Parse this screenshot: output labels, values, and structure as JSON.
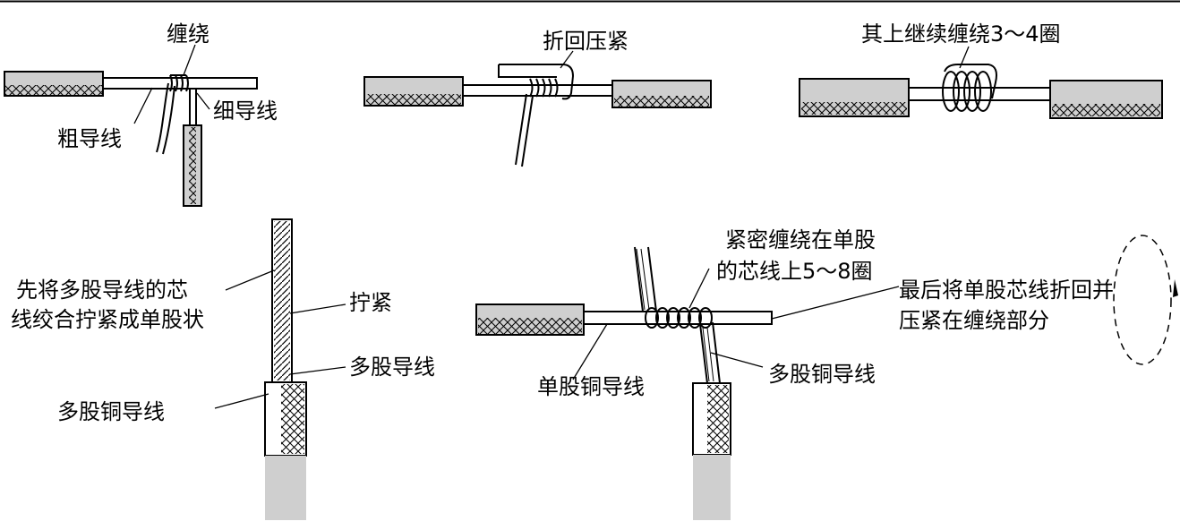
{
  "diagram": {
    "panel1": {
      "wrap_label": "缠绕",
      "thick_wire_label": "粗导线",
      "thin_wire_label": "细导线"
    },
    "panel2": {
      "fold_press_label": "折回压紧"
    },
    "panel3": {
      "continue_wrap_label": "其上继续缠绕3～4圈"
    },
    "panel4": {
      "twist_note_line1": "先将多股导线的芯",
      "twist_note_line2": "线绞合拧紧成单股状",
      "tighten_label": "拧紧",
      "multi_strand_label": "多股导线",
      "multi_copper_label": "多股铜导线"
    },
    "panel5": {
      "tight_wrap_line1": "紧密缠绕在单股",
      "tight_wrap_line2": "的芯线上5～8圈",
      "final_fold_line1": "最后将单股芯线折回并",
      "final_fold_line2": "压紧在缠绕部分",
      "single_copper_label": "单股铜导线",
      "multi_copper_label": "多股铜导线"
    }
  }
}
